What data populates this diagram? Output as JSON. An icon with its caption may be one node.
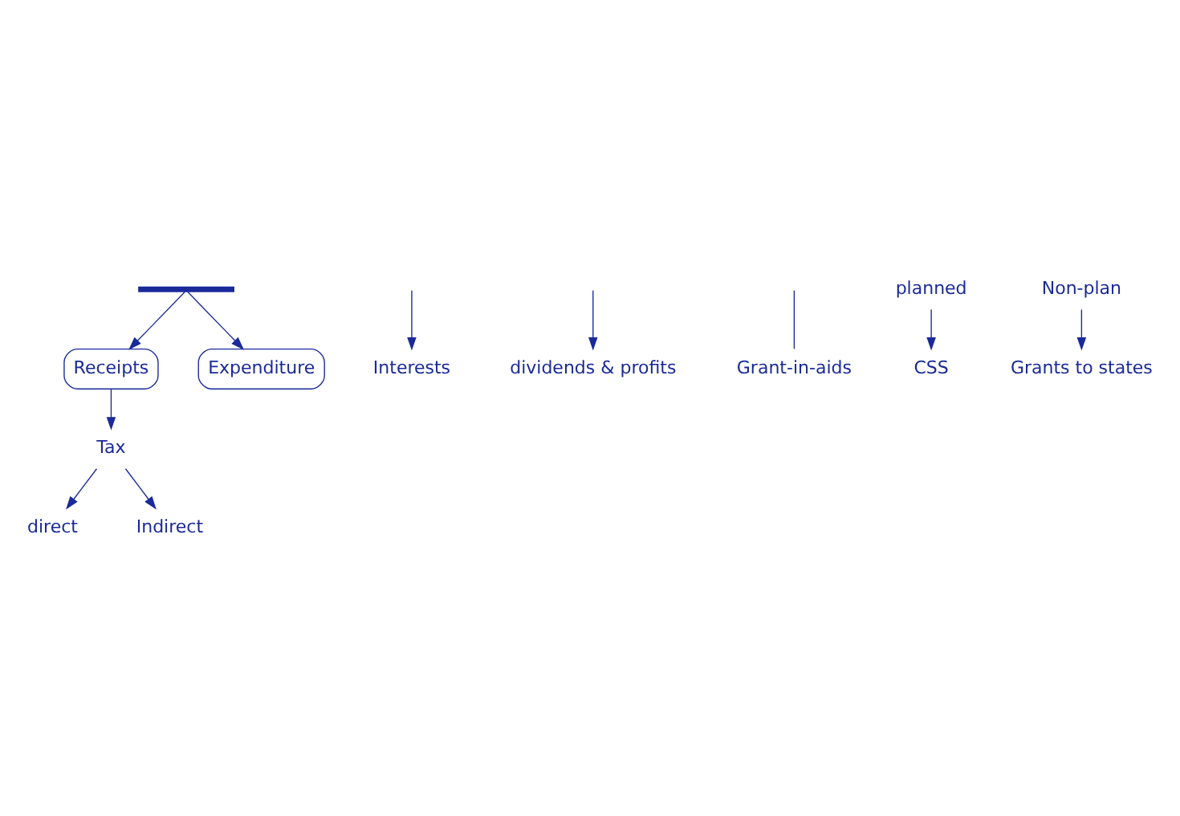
{
  "diagram": {
    "nodes": [
      {
        "text": [],
        "shape": "bar"
      },
      {
        "text": [
          "Receipts"
        ]
      },
      {
        "text": [
          "Expenditure"
        ]
      },
      {
        "text": [
          "Tax"
        ]
      },
      {
        "text": [
          "direct"
        ]
      },
      {
        "text": [
          "Indirect"
        ]
      },
      {
        "text": [
          "Interests"
        ]
      },
      {
        "text": [
          "dividends & profits"
        ]
      },
      {
        "text": [
          "Grant-in-aids"
        ]
      },
      {
        "text": [
          "planned"
        ]
      },
      {
        "text": [
          "CSS"
        ]
      },
      {
        "text": [
          "Non-plan"
        ]
      },
      {
        "text": [
          "Grants to states"
        ]
      }
    ],
    "edges": [
      {
        "from": 0,
        "to": 1,
        "arrow": "to"
      },
      {
        "from": 0,
        "to": 2,
        "arrow": "to"
      },
      {
        "from": 1,
        "to": 3,
        "arrow": "to"
      },
      {
        "from": 3,
        "to": 4,
        "arrow": "to"
      },
      {
        "from": 3,
        "to": 5,
        "arrow": "to"
      },
      {
        "from": null,
        "to": 6,
        "arrow": "to"
      },
      {
        "from": null,
        "to": 7,
        "arrow": "to"
      },
      {
        "from": null,
        "to": 8,
        "arrow": "none"
      },
      {
        "from": 9,
        "to": 10,
        "arrow": "to"
      },
      {
        "from": 11,
        "to": 12,
        "arrow": "to"
      }
    ]
  }
}
